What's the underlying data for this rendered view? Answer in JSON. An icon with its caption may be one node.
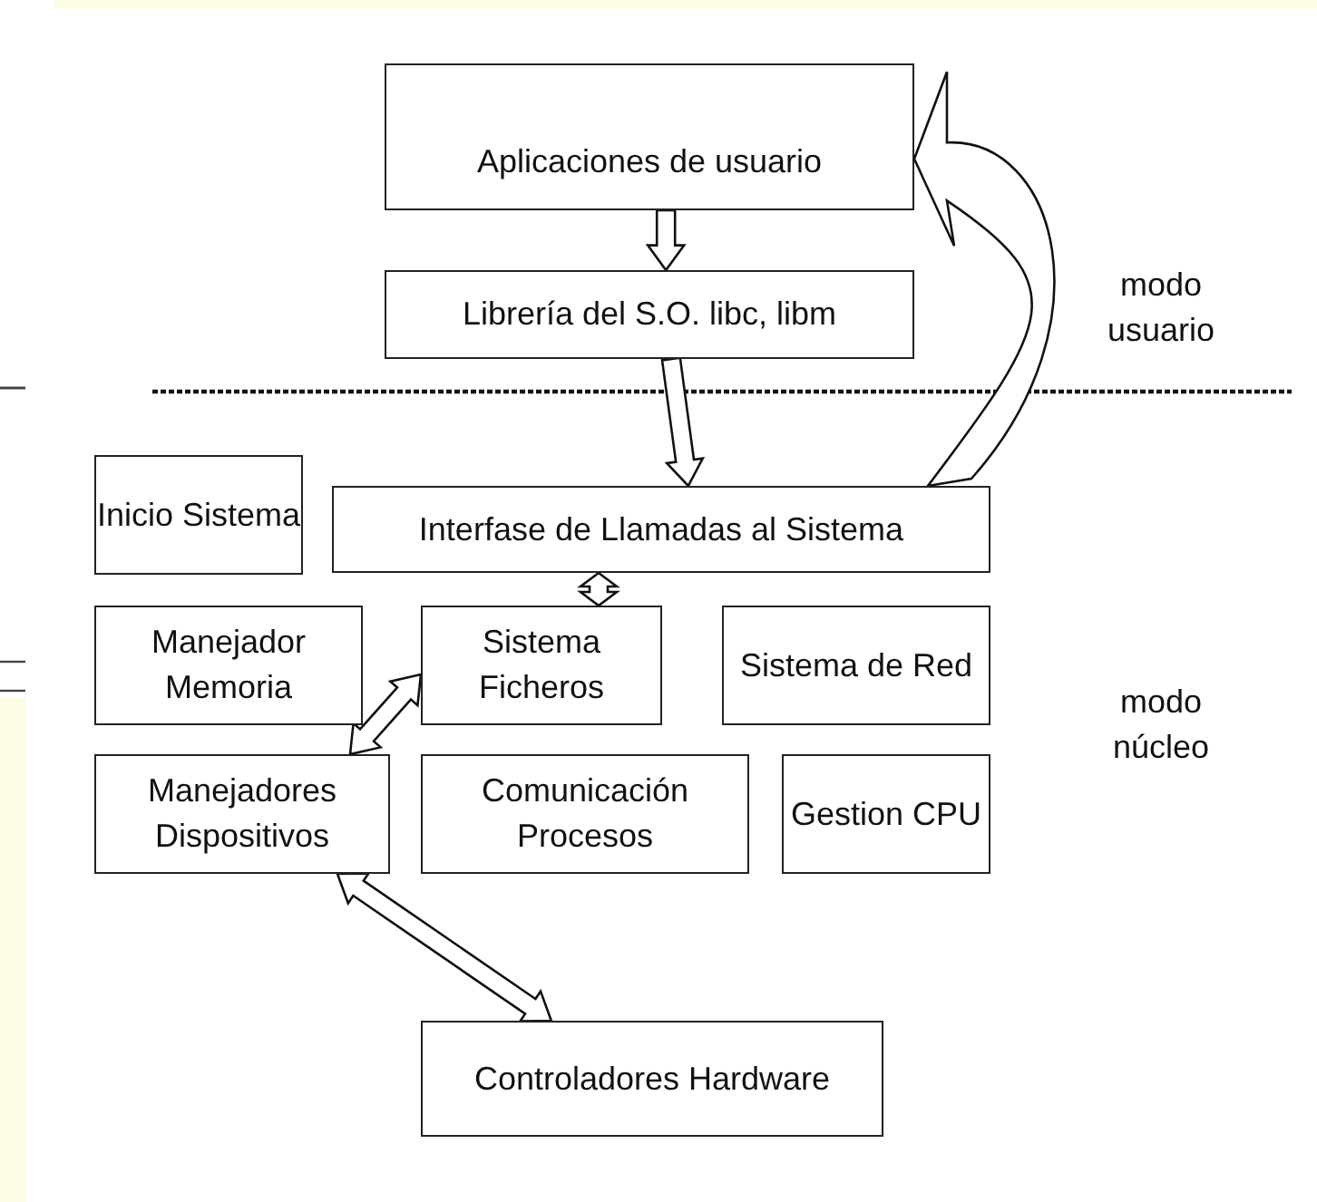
{
  "diagram": {
    "nodes": [
      {
        "text": [
          "Aplicaciones de usuario"
        ]
      },
      {
        "text": [
          "Librería del S.O. libc, libm"
        ]
      },
      {
        "text": [
          "Inicio Sistema"
        ]
      },
      {
        "text": [
          "Interfase de Llamadas al Sistema"
        ]
      },
      {
        "text": [
          "Manejador Memoria"
        ]
      },
      {
        "text": [
          "Sistema Ficheros"
        ]
      },
      {
        "text": [
          "Sistema de Red"
        ]
      },
      {
        "text": [
          "Manejadores Dispositivos"
        ]
      },
      {
        "text": [
          "Comunicación Procesos"
        ]
      },
      {
        "text": [
          "Gestion CPU"
        ]
      },
      {
        "text": [
          "Controladores Hardware"
        ]
      }
    ],
    "edges": [
      {
        "from": 0,
        "to": 1,
        "arrow": "to"
      },
      {
        "from": 1,
        "to": 3,
        "arrow": "to"
      },
      {
        "from": 3,
        "to": 5,
        "arrow": "both"
      },
      {
        "from": 5,
        "to": 7,
        "arrow": "both"
      },
      {
        "from": 7,
        "to": 10,
        "arrow": "both"
      },
      {
        "from": 3,
        "to": 0,
        "arrow": "to"
      }
    ],
    "labels": [
      "modo usuario",
      "modo núcleo"
    ]
  }
}
